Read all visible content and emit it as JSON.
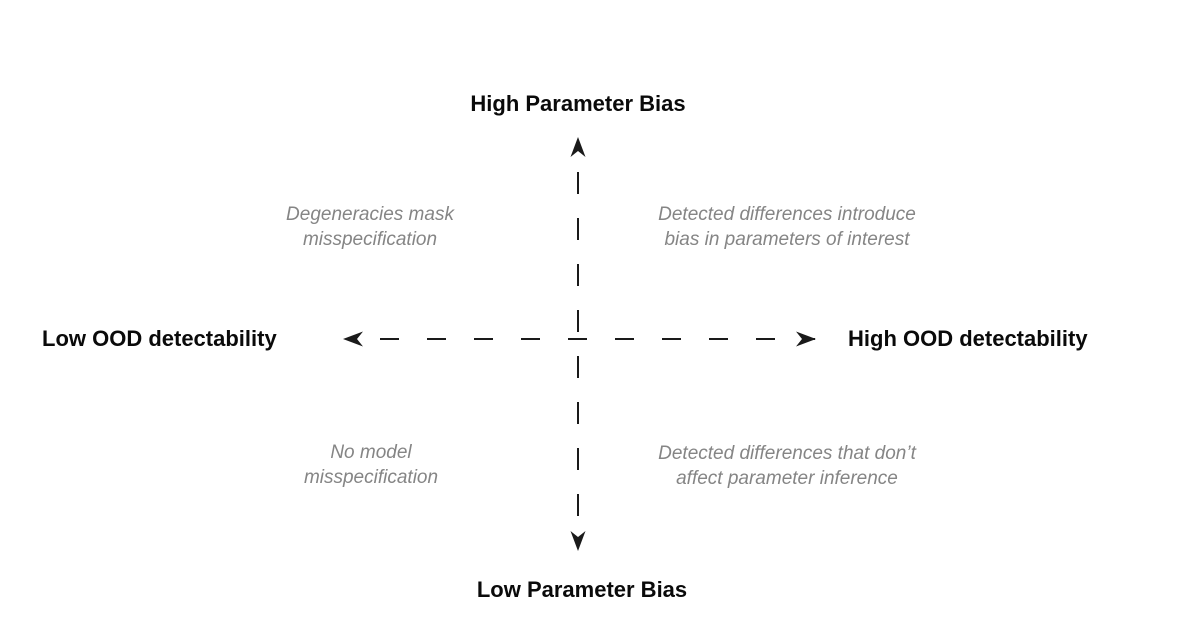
{
  "diagram": {
    "axis_labels": {
      "top": "High Parameter Bias",
      "bottom": "Low Parameter Bias",
      "left": "Low OOD detectability",
      "right": "High OOD detectability"
    },
    "quadrants": {
      "top_left": "Degeneracies mask\nmisspecification",
      "top_right": "Detected differences introduce\nbias in parameters of interest",
      "bottom_left": "No model\nmisspecification",
      "bottom_right": "Detected differences that don’t\naffect parameter inference"
    },
    "colors": {
      "axis": "#1a1a1a",
      "label": "#0a0a0a",
      "note": "#858585",
      "background": "#ffffff"
    }
  }
}
